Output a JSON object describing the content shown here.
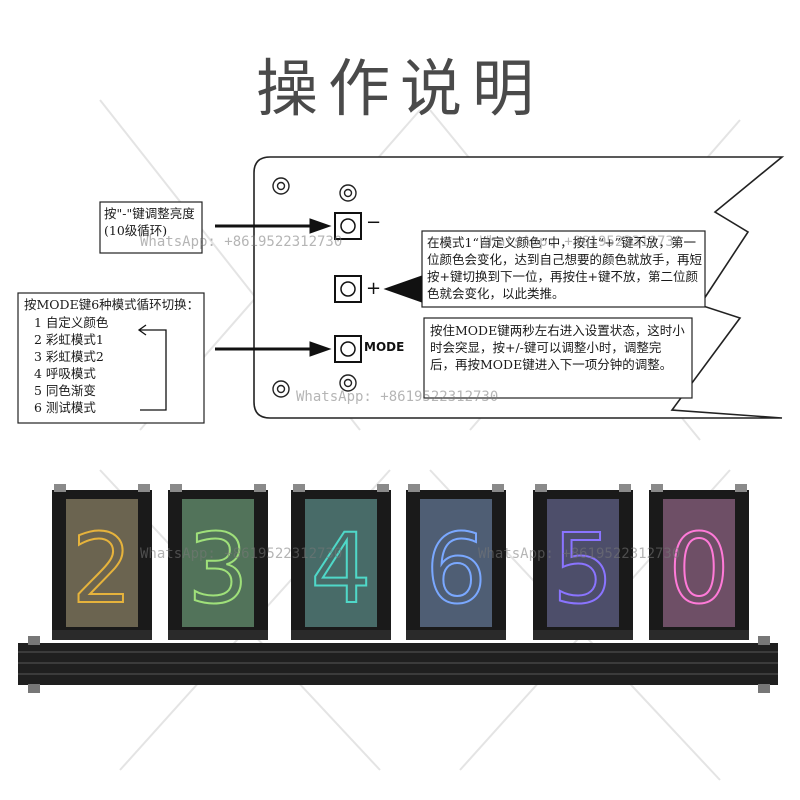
{
  "title": "操作说明",
  "notes": {
    "brightness": "按\"-\"键调整亮度(10级循环)",
    "color": "在模式1“自定义颜色”中，按住“+”键不放，第一位颜色会变化，达到自己想要的颜色就放手，再短按+键切换到下一位，再按住+键不放，第二位颜色就会变化，以此类推。",
    "time": "按住MODE键两秒左右进入设置状态，这时小时会突显，按+/-键可以调整小时，调整完后，再按MODE键进入下一项分钟的调整。"
  },
  "mode_list": {
    "heading": "按MODE键6种模式循环切换：",
    "items": [
      "1 自定义颜色",
      "2 彩虹模式1",
      "3 彩虹模式2",
      "4 呼吸模式",
      "5 同色渐变",
      "6 测试模式"
    ]
  },
  "button_labels": {
    "minus": "−",
    "plus": "+",
    "mode": "MODE"
  },
  "watermark": "WhatsApp: +8619522312730",
  "clock": {
    "digits": [
      "2",
      "3",
      "4",
      "6",
      "5",
      "0"
    ],
    "digit_colors": [
      "#e6b33c",
      "#9fe07a",
      "#4fd8c8",
      "#7aa8ff",
      "#8a74ff",
      "#ff7ad8"
    ],
    "glass_tints": [
      "#6b6450",
      "#52735a",
      "#486b68",
      "#4f5e74",
      "#4d4e6a",
      "#6e4f66"
    ]
  }
}
